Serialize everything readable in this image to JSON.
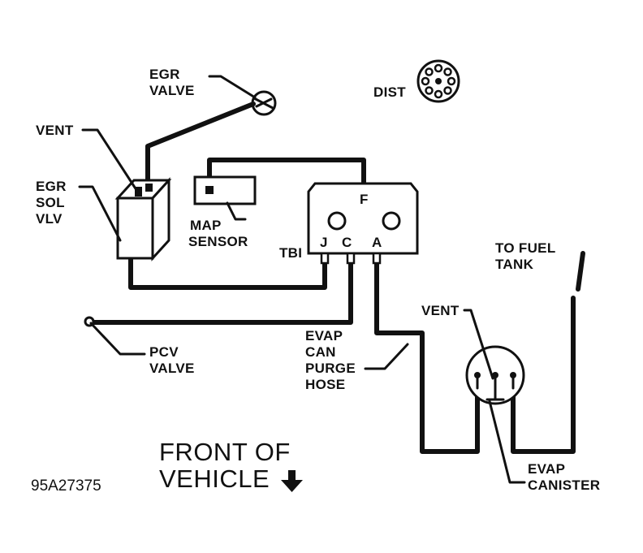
{
  "labels": {
    "egr_valve": [
      "EGR",
      "VALVE"
    ],
    "dist": "DIST",
    "vent_top": "VENT",
    "egr_sol_vlv": [
      "EGR",
      "SOL",
      "VLV"
    ],
    "map_sensor": [
      "MAP",
      "SENSOR"
    ],
    "tbi": "TBI",
    "port_j": "J",
    "port_c": "C",
    "port_a": "A",
    "port_f": "F",
    "to_fuel_tank": [
      "TO FUEL",
      "TANK"
    ],
    "vent_canister": "VENT",
    "pcv_valve": [
      "PCV",
      "VALVE"
    ],
    "evap_can_purge_hose": [
      "EVAP",
      "CAN",
      "PURGE",
      "HOSE"
    ],
    "front_of_vehicle": [
      "FRONT OF",
      "VEHICLE"
    ],
    "evap_canister": [
      "EVAP",
      "CANISTER"
    ],
    "figure_code": "95A27375"
  },
  "colors": {
    "ink": "#111111",
    "background": "#ffffff"
  },
  "icons": {
    "front_arrow": "arrow-down-icon"
  }
}
